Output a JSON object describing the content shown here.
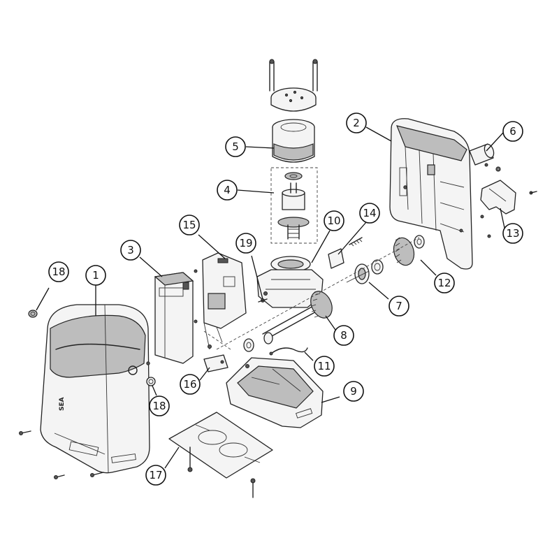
{
  "callouts": [
    "1",
    "2",
    "3",
    "4",
    "5",
    "6",
    "7",
    "8",
    "9",
    "10",
    "11",
    "12",
    "13",
    "14",
    "15",
    "16",
    "17",
    "18",
    "18",
    "19"
  ],
  "brand_mark": "SEA",
  "colors": {
    "line": "#222222",
    "part_fill": "#f4f4f4",
    "shade": "#bdbdbd",
    "background": "#ffffff"
  }
}
